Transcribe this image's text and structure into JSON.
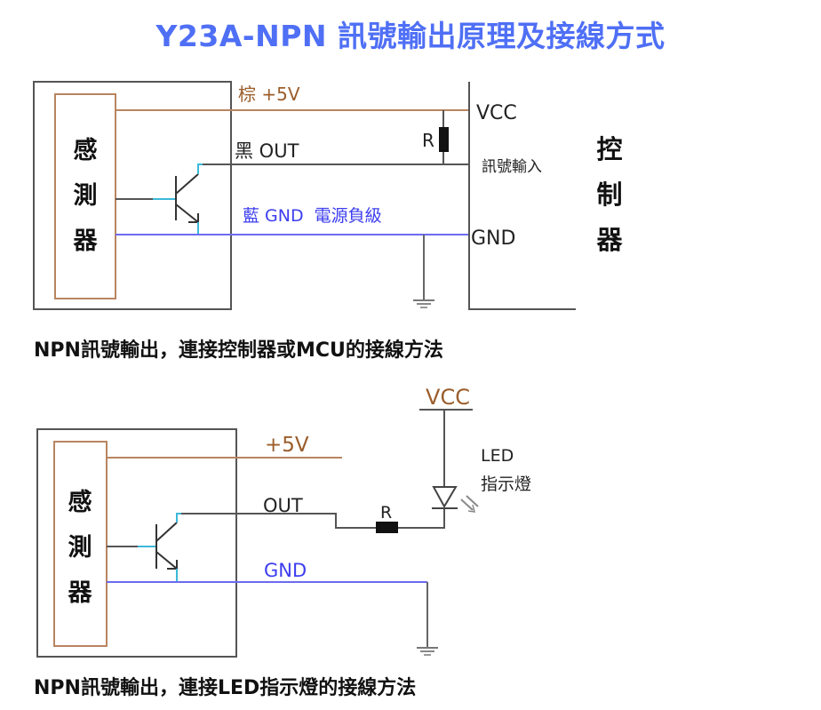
{
  "title": "Y23A-NPN 訊號輸出原理及接線方式",
  "colors": {
    "title": "#4f6ff5",
    "brown": "#b88560",
    "brown_text": "#9b5d2b",
    "blue": "#6b6bf0",
    "blue_text": "#3d3df0",
    "cyan": "#3bb8d8",
    "wire": "#555555",
    "black": "#111111"
  },
  "diagram1": {
    "sensor_chars": [
      "感",
      "測",
      "器"
    ],
    "wire_plus5v_label": "棕 +5V",
    "wire_out_label": "黑 OUT",
    "wire_gnd_label": "藍 GND  電源負級",
    "resistor_label": "R",
    "vcc_label": "VCC",
    "signal_input_label": "訊號輸入",
    "gnd_label": "GND",
    "controller_chars": [
      "控",
      "制",
      "器"
    ]
  },
  "caption1": "NPN訊號輸出，連接控制器或MCU的接線方法",
  "diagram2": {
    "sensor_chars": [
      "感",
      "測",
      "器"
    ],
    "wire_plus5v_label": "+5V",
    "wire_out_label": "OUT",
    "wire_gnd_label": "GND",
    "resistor_label": "R",
    "vcc_label": "VCC",
    "led_label_line1": "LED",
    "led_label_line2": "指示燈"
  },
  "caption2": "NPN訊號輸出，連接LED指示燈的接線方法"
}
